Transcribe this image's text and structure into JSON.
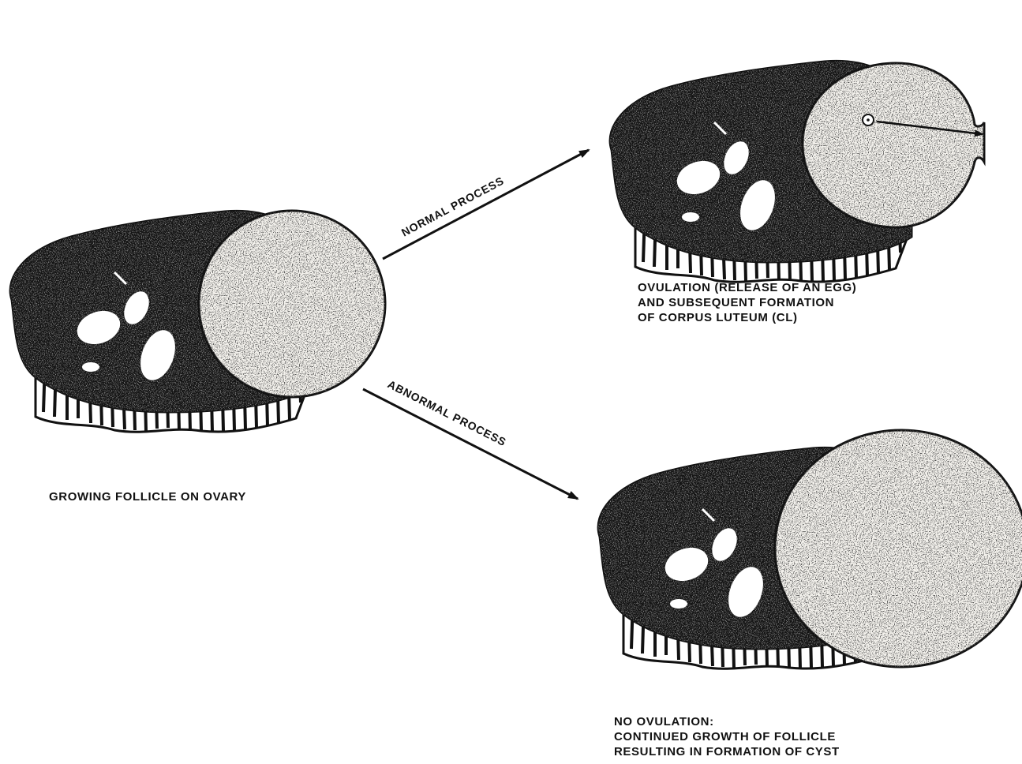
{
  "colors": {
    "ink": "#111111",
    "follicle_fill": "#f3f1ec",
    "ovary_dark": "#141414",
    "paper": "#ffffff"
  },
  "labels": {
    "normal_process": "NORMAL PROCESS",
    "abnormal_process": "ABNORMAL PROCESS"
  },
  "captions": {
    "growing_follicle": "GROWING FOLLICLE ON OVARY",
    "ovulation": [
      "OVULATION (RELEASE OF AN EGG)",
      "AND SUBSEQUENT FORMATION",
      "OF CORPUS LUTEUM (CL)"
    ],
    "no_ovulation": [
      "NO OVULATION:",
      "CONTINUED GROWTH OF FOLLICLE",
      "RESULTING IN FORMATION OF CYST"
    ]
  }
}
